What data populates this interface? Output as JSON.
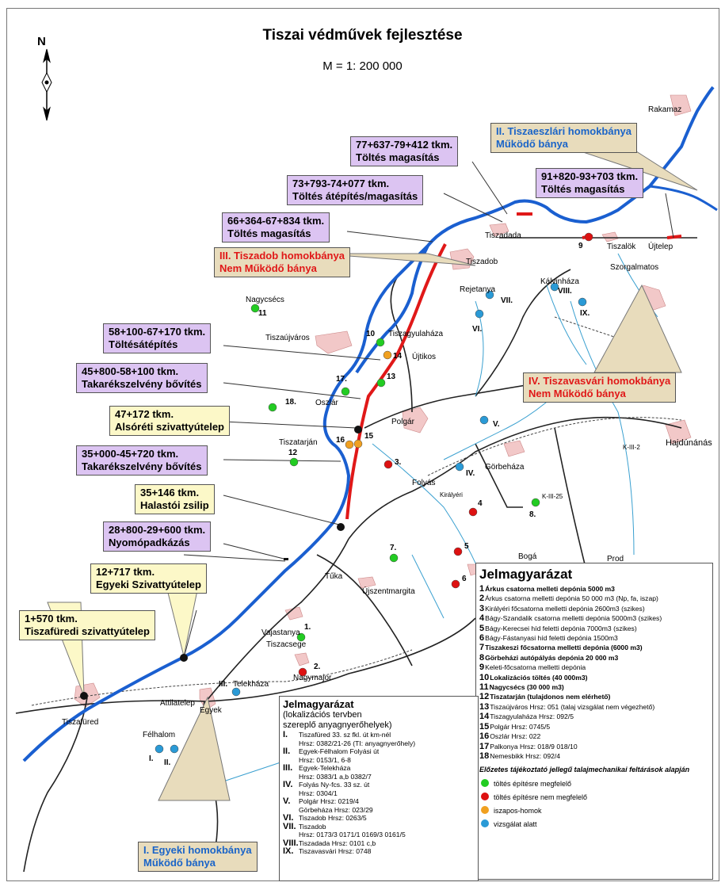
{
  "title": "Tiszai védművek fejlesztése",
  "scale": "M = 1: 200 000",
  "north_label": "N",
  "callouts": {
    "c1": {
      "line1": "77+637-79+412 tkm.",
      "line2": "Töltés magasítás"
    },
    "c2": {
      "line1": "73+793-74+077 tkm.",
      "line2": "Töltés átépítés/magasítás"
    },
    "c3": {
      "line1": "66+364-67+834 tkm.",
      "line2": "Töltés magasítás"
    },
    "c4": {
      "line1": "91+820-93+703 tkm.",
      "line2": "Töltés magasítás"
    },
    "c5": {
      "line1": "58+100-67+170 tkm.",
      "line2": "Töltésátépítés"
    },
    "c6": {
      "line1": "45+800-58+100 tkm.",
      "line2": "Takarékszelvény bővítés"
    },
    "c7": {
      "line1": "47+172 tkm.",
      "line2": "Alsóréti szivattyútelep"
    },
    "c8": {
      "line1": "35+000-45+720 tkm.",
      "line2": "Takarékszelvény bővítés"
    },
    "c9": {
      "line1": "35+146 tkm.",
      "line2": "Halastói zsilip"
    },
    "c10": {
      "line1": "28+800-29+600 tkm.",
      "line2": "Nyomópadkázás"
    },
    "c11": {
      "line1": "12+717 tkm.",
      "line2": "Egyeki Szivattyútelep"
    },
    "c12": {
      "line1": "1+570 tkm.",
      "line2": "Tiszafüredi szivattyútelep"
    },
    "m1": {
      "line1": "II. Tiszaeszlári homokbánya",
      "line2": "Működő bánya"
    },
    "m2": {
      "line1": "III. Tiszadob homokbánya",
      "line2": "Nem Működő bánya"
    },
    "m3": {
      "line1": "IV. Tiszavasvári homokbánya",
      "line2": "Nem Működő bánya"
    },
    "m4": {
      "line1": "I. Egyeki homokbánya",
      "line2": "Működő bánya"
    }
  },
  "places": {
    "rakamaz": "Rakamaz",
    "tiszadada": "Tiszadada",
    "tiszalok": "Tiszalök",
    "ujtelep": "Újtelep",
    "tiszadob": "Tiszadob",
    "szorgalmatos": "Szorgalmatos",
    "rejetanya": "Rejetanya",
    "kalvinhaza": "Kálvinháza",
    "nagycsecs": "Nagycsécs",
    "tiszaujvaros": "Tiszaújváros",
    "tiszagyulahaza": "Tiszagyulaháza",
    "ujtikos": "Újtikos",
    "oszlar": "Oszlár",
    "polgar": "Polgár",
    "tiszatarjan": "Tiszatarján",
    "folyas": "Folyás",
    "gorbehaza": "Görbeháza",
    "hajdunanas": "Hajdúnánás",
    "tuka": "Tűka",
    "ujszentmargita": "Újszentmargita",
    "vajastanya": "Vajastanya",
    "tiszacsege": "Tiszacsege",
    "nagymajor": "Nagymajor",
    "telekhaza": "Telekháza",
    "attilatelep": "Attilatelep",
    "egyek": "Egyek",
    "tiszafured": "Tiszafüred",
    "felhalom": "Félhalom",
    "kiralyer": "Királyéri",
    "k3": "K-III-25",
    "k3b": "K-III-2",
    "prod": "Prod",
    "bogar": "Bogá",
    "roman_9": "9"
  },
  "point_labels": {
    "p1": "1.",
    "p2": "2.",
    "p3": "3.",
    "p4": "4",
    "p5": "5",
    "p6": "6",
    "p7": "7.",
    "p8": "8.",
    "p10": "10",
    "p11": "11",
    "p12": "12",
    "p13": "13",
    "p14": "14",
    "p15": "15",
    "p16": "16",
    "p17": "17.",
    "p18": "18."
  },
  "roman_labels": {
    "r1": "I.",
    "r2": "II.",
    "r3": "III.",
    "r4": "IV.",
    "r5": "V.",
    "r6": "VI.",
    "r7": "VII.",
    "r8": "VIII.",
    "r9": "IX."
  },
  "colors": {
    "suitable": "#22cc22",
    "unsuitable": "#dd1111",
    "silty": "#f0a020",
    "under_test": "#2a9ad6",
    "river": "#1a5fd0",
    "dike": "#e01818"
  },
  "legend_main": {
    "title": "Jelmagyarázat",
    "items": [
      {
        "n": "1",
        "t": "Árkus csatorna melleti depónia 5000 m3",
        "bold": true
      },
      {
        "n": "2",
        "t": "Árkus csatorna melletti depónia 50 000 m3 (Np, fa, iszap)",
        "bold": false
      },
      {
        "n": "3",
        "t": "Királyéri főcsatorna melletti depónia 2600m3 (szikes)",
        "bold": false
      },
      {
        "n": "4",
        "t": "Bágy-Szandalik csatorna melletti depónia 5000m3 (szikes)",
        "bold": false
      },
      {
        "n": "5",
        "t": "Bágy-Kerecsei híd feletti depónia 7000m3 (szikes)",
        "bold": false
      },
      {
        "n": "6",
        "t": "Bágy-Fástanyasi híd feletti depónia 1500m3",
        "bold": false
      },
      {
        "n": "7",
        "t": "Tiszakeszi főcsatorna melletti depónia (6000 m3)",
        "bold": true
      },
      {
        "n": "8",
        "t": "Görbeházi autópályás depónia 20 000 m3",
        "bold": true
      },
      {
        "n": "9",
        "t": "Keleti-főcsatorna melletti depónia",
        "bold": false
      },
      {
        "n": "10",
        "t": "Lokalizációs töltés (40 000m3)",
        "bold": true
      },
      {
        "n": "11",
        "t": "Nagycsécs (30 000 m3)",
        "bold": true
      },
      {
        "n": "12",
        "t": "Tiszatarján (tulajdonos nem elérhető)",
        "bold": true
      },
      {
        "n": "13",
        "t": "Tiszaújváros Hrsz: 051 (talaj vizsgálat nem végezhető)",
        "bold": false
      },
      {
        "n": "14",
        "t": "Tiszagyulaháza Hrsz: 092/5",
        "bold": false
      },
      {
        "n": "15",
        "t": "Polgár Hrsz: 0745/5",
        "bold": false
      },
      {
        "n": "16",
        "t": "Oszlár Hrsz: 022",
        "bold": false
      },
      {
        "n": "17",
        "t": "Palkonya Hrsz: 018/9 018/10",
        "bold": false
      },
      {
        "n": "18",
        "t": "Nemesbikk Hrsz: 092/4",
        "bold": false
      }
    ],
    "note": "Előzetes tájékoztató jellegű talajmechanikai feltárások alapján",
    "dots": [
      {
        "color_key": "suitable",
        "t": "töltés építésre megfelelő"
      },
      {
        "color_key": "unsuitable",
        "t": "töltés építésre nem megfelelő"
      },
      {
        "color_key": "silty",
        "t": "iszapos-homok"
      },
      {
        "color_key": "under_test",
        "t": "vizsgálat alatt"
      }
    ]
  },
  "legend_sites": {
    "title": "Jelmagyarázat",
    "subtitle1": "(lokalizációs tervben",
    "subtitle2": "szereplő anyagnyerőhelyek)",
    "items": [
      {
        "k": "I.",
        "t": "Tiszafüred 33. sz fkl. út km-nél\nHrsz: 0382/21-26 (TI: anyagnyerőhely)"
      },
      {
        "k": "II.",
        "t": "Egyek-Félhalom Folyási út\nHrsz: 0153/1, 6-8"
      },
      {
        "k": "III.",
        "t": "Egyek-Telekháza\nHrsz: 0383/1 a,b 0382/7"
      },
      {
        "k": "IV.",
        "t": "Folyás Ny-fcs. 33 sz. út\nHrsz: 0304/1"
      },
      {
        "k": "V.",
        "t": "Polgár Hrsz: 0219/4\nGörbeháza Hrsz: 023/29"
      },
      {
        "k": "VI.",
        "t": "Tiszadob Hrsz: 0263/5"
      },
      {
        "k": "VII.",
        "t": "Tiszadob\nHrsz: 0173/3 0171/1 0169/3 0161/5"
      },
      {
        "k": "VIII.",
        "t": "Tiszadada Hrsz: 0101 c,b"
      },
      {
        "k": "IX.",
        "t": "Tiszavasvári Hrsz: 0748"
      }
    ]
  }
}
